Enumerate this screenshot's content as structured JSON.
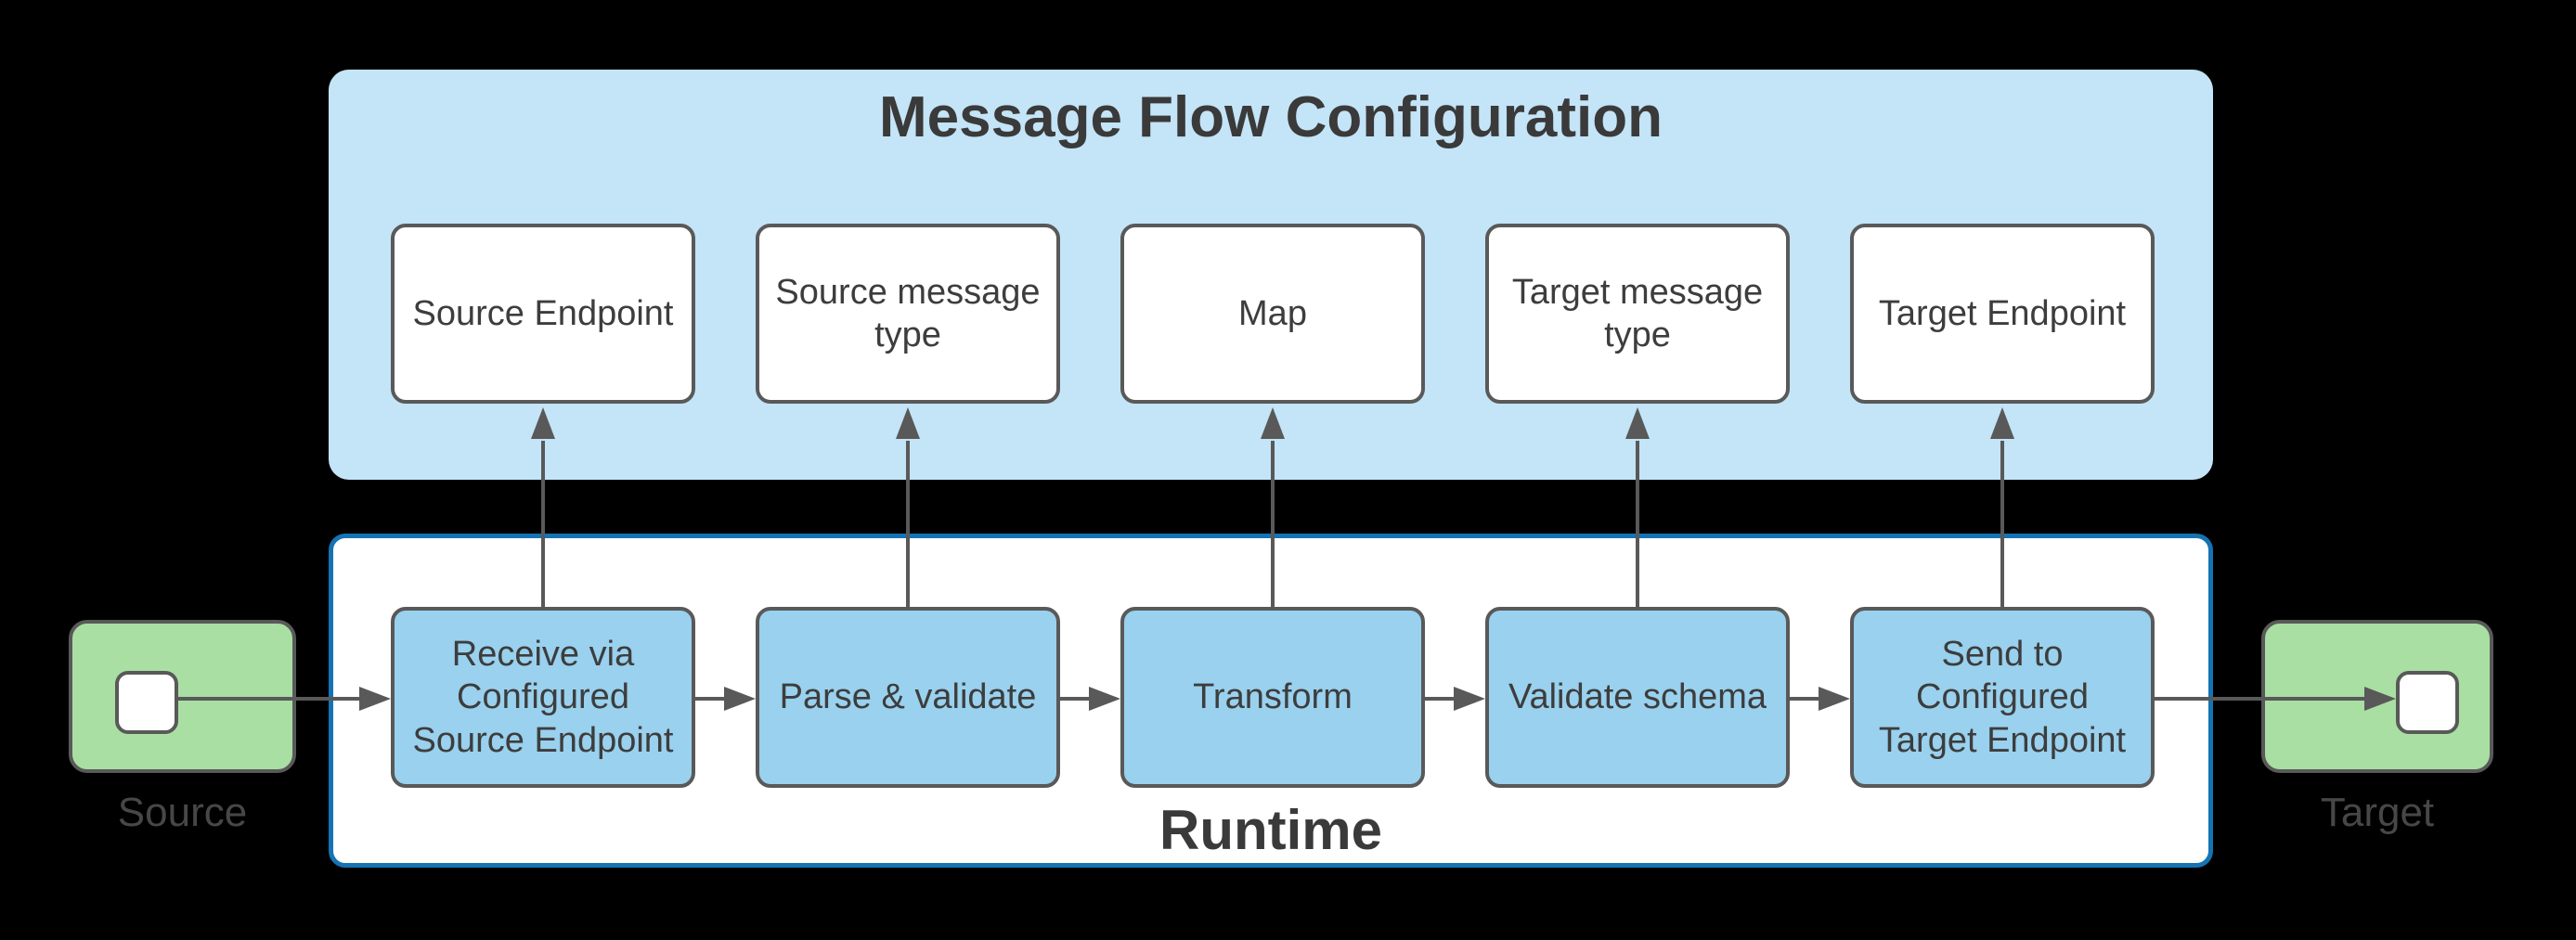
{
  "colors": {
    "page-bg": "#000000",
    "config-fill": "#c4e4f7",
    "process-fill": "#99d1ee",
    "endpoint-fill": "#a9dfa3",
    "node-stroke": "#595959",
    "arrow": "#595959",
    "runtime-stroke": "#1573b4",
    "runtime-fill": "#ffffff",
    "box-fill": "#ffffff",
    "heading-text": "#3a3a3a",
    "box-text": "#3d3d3d",
    "caption-text": "#474747"
  },
  "config_panel": {
    "title": "Message Flow Configuration",
    "boxes": [
      {
        "label": "Source Endpoint"
      },
      {
        "label": "Source message type"
      },
      {
        "label": "Map"
      },
      {
        "label": "Target message type"
      },
      {
        "label": "Target Endpoint"
      }
    ]
  },
  "runtime_panel": {
    "title": "Runtime",
    "boxes": [
      {
        "label": "Receive via Configured Source Endpoint"
      },
      {
        "label": "Parse & validate"
      },
      {
        "label": "Transform"
      },
      {
        "label": "Validate schema"
      },
      {
        "label": "Send to Configured Target Endpoint"
      }
    ]
  },
  "endpoints": {
    "source": {
      "label": "Source"
    },
    "target": {
      "label": "Target"
    }
  }
}
